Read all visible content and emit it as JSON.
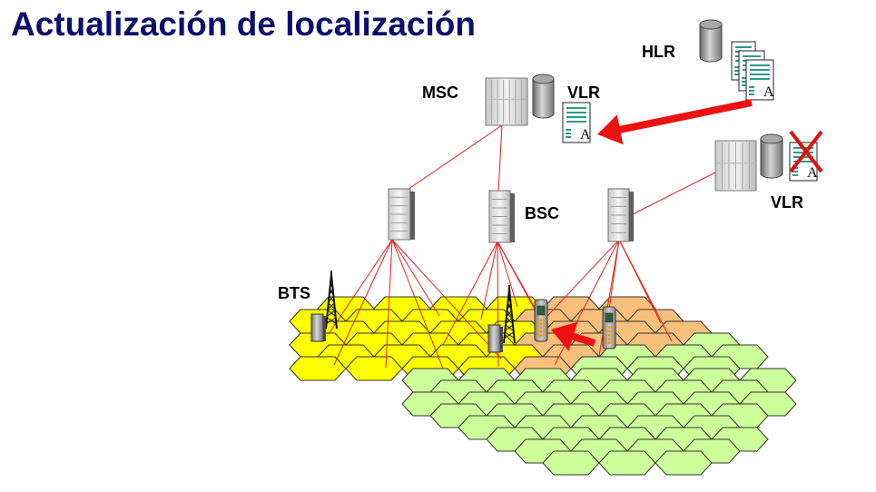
{
  "slide": {
    "title": "Actualización de localización"
  },
  "labels": {
    "hlr": "HLR",
    "msc": "MSC",
    "vlr_top": "VLR",
    "vlr_right": "VLR",
    "bsc": "BSC",
    "bts": "BTS"
  },
  "documents": {
    "letter": "A"
  },
  "colors": {
    "title": "#0d0d6b",
    "link_line": "#e32020",
    "arrow": "#ee1111",
    "cell_old_area": "#ffff00",
    "cell_transition": "#f8c07a",
    "cell_new_area": "#ccff99",
    "cell_border": "#333333",
    "cross": "#e01010"
  },
  "icons": {
    "database": "cylinder-icon",
    "record": "document-icon",
    "switch": "server-rack-icon",
    "controller": "server-tower-icon",
    "antenna": "tower-icon",
    "phone": "mobile-phone-icon",
    "deleted": "cross-icon"
  }
}
